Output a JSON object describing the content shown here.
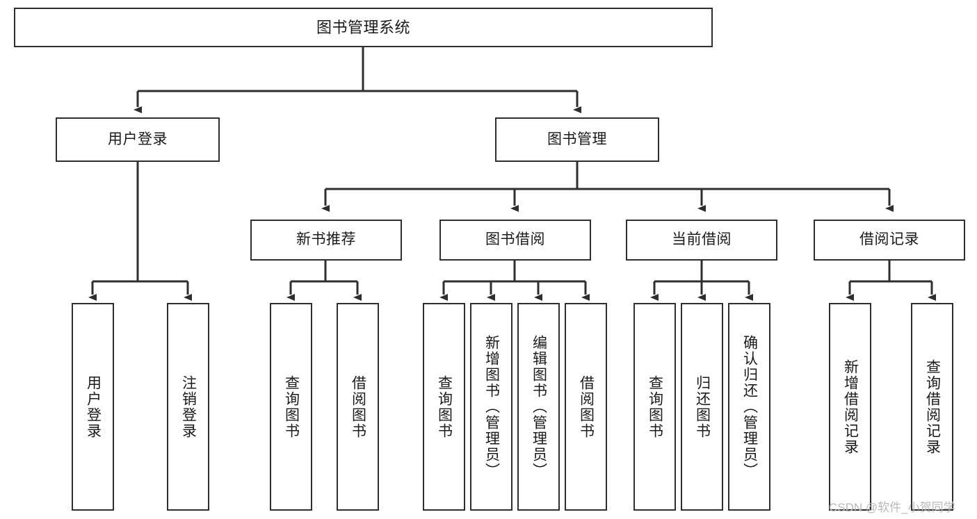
{
  "diagram": {
    "title": "图书管理系统",
    "type": "tree-hierarchy",
    "colors": {
      "box_border": "#2e2e2e",
      "box_fill": "#ffffff",
      "connector": "#2e2e2e",
      "text": "#1a1a1a",
      "watermark": "#b9b9b9",
      "background": "#ffffff"
    },
    "root": {
      "label": "图书管理系统"
    },
    "level2": [
      {
        "label": "用户登录"
      },
      {
        "label": "图书管理"
      }
    ],
    "level3": [
      {
        "label": "新书推荐"
      },
      {
        "label": "图书借阅"
      },
      {
        "label": "当前借阅"
      },
      {
        "label": "借阅记录"
      }
    ],
    "leaves": {
      "user_login": [
        {
          "label": "用户登录"
        },
        {
          "label": "注销登录"
        }
      ],
      "new_book_recommend": [
        {
          "label": "查询图书"
        },
        {
          "label": "借阅图书"
        }
      ],
      "book_borrow": [
        {
          "label": "查询图书"
        },
        {
          "label": "新增图书（管理员）"
        },
        {
          "label": "编辑图书（管理员）"
        },
        {
          "label": "借阅图书"
        }
      ],
      "current_borrow": [
        {
          "label": "查询图书"
        },
        {
          "label": "归还图书"
        },
        {
          "label": "确认归还（管理员）"
        }
      ],
      "borrow_record": [
        {
          "label": "新增借阅记录"
        },
        {
          "label": "查询借阅记录"
        }
      ]
    },
    "watermark": "CSDN @软件_小贺同学"
  }
}
